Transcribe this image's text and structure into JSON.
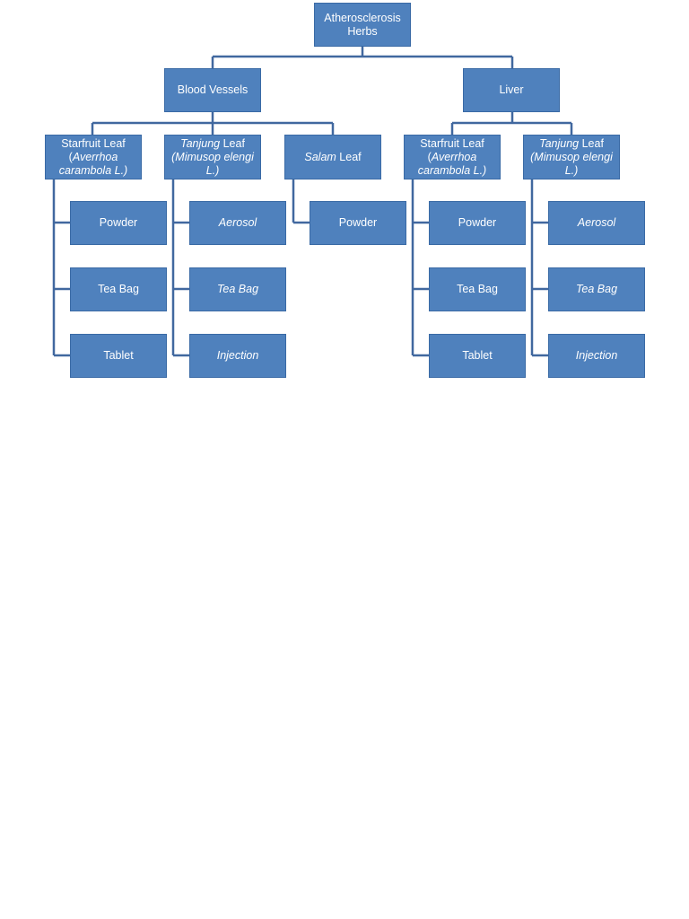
{
  "diagram": {
    "root": {
      "lines": [
        [
          {
            "t": "Atherosclerosis"
          }
        ],
        [
          {
            "t": "Herbs"
          }
        ]
      ]
    },
    "categories": {
      "blood_vessels": {
        "lines": [
          [
            {
              "t": "Blood Vessels"
            }
          ]
        ]
      },
      "liver": {
        "lines": [
          [
            {
              "t": "Liver"
            }
          ]
        ]
      }
    },
    "herbs": {
      "bv_starfruit": {
        "lines": [
          [
            {
              "t": "Starfruit Leaf"
            }
          ],
          [
            {
              "t": "("
            },
            {
              "t": "Averrhoa",
              "i": true
            }
          ],
          [
            {
              "t": "carambola L.)",
              "i": true
            }
          ]
        ]
      },
      "bv_tanjung": {
        "lines": [
          [
            {
              "t": "Tanjung",
              "i": true
            },
            {
              "t": " Leaf"
            }
          ],
          [
            {
              "t": "(Mimusop elengi",
              "i": true
            }
          ],
          [
            {
              "t": "L.)",
              "i": true
            }
          ]
        ]
      },
      "bv_salam": {
        "lines": [
          [
            {
              "t": "Salam",
              "i": true
            },
            {
              "t": " Leaf"
            }
          ]
        ]
      },
      "lv_starfruit": {
        "lines": [
          [
            {
              "t": "Starfruit Leaf"
            }
          ],
          [
            {
              "t": "("
            },
            {
              "t": "Averrhoa",
              "i": true
            }
          ],
          [
            {
              "t": "carambola L.)",
              "i": true
            }
          ]
        ]
      },
      "lv_tanjung": {
        "lines": [
          [
            {
              "t": "Tanjung",
              "i": true
            },
            {
              "t": " Leaf"
            }
          ],
          [
            {
              "t": "(Mimusop elengi",
              "i": true
            }
          ],
          [
            {
              "t": "L.)",
              "i": true
            }
          ]
        ]
      }
    },
    "forms": {
      "bv_starfruit": [
        {
          "t": "Powder"
        },
        {
          "t": "Tea Bag"
        },
        {
          "t": "Tablet"
        }
      ],
      "bv_tanjung": [
        {
          "t": "Aerosol",
          "i": true
        },
        {
          "t": "Tea Bag",
          "i": true
        },
        {
          "t": "Injection",
          "i": true
        }
      ],
      "bv_salam": [
        {
          "t": "Powder"
        }
      ],
      "lv_starfruit": [
        {
          "t": "Powder"
        },
        {
          "t": "Tea Bag"
        },
        {
          "t": "Tablet"
        }
      ],
      "lv_tanjung": [
        {
          "t": "Aerosol",
          "i": true
        },
        {
          "t": "Tea Bag",
          "i": true
        },
        {
          "t": "Injection",
          "i": true
        }
      ]
    },
    "colors": {
      "box_fill": "#4f81bd",
      "box_border": "#3a6aa5",
      "connector": "#41689f",
      "text": "#ffffff"
    }
  }
}
